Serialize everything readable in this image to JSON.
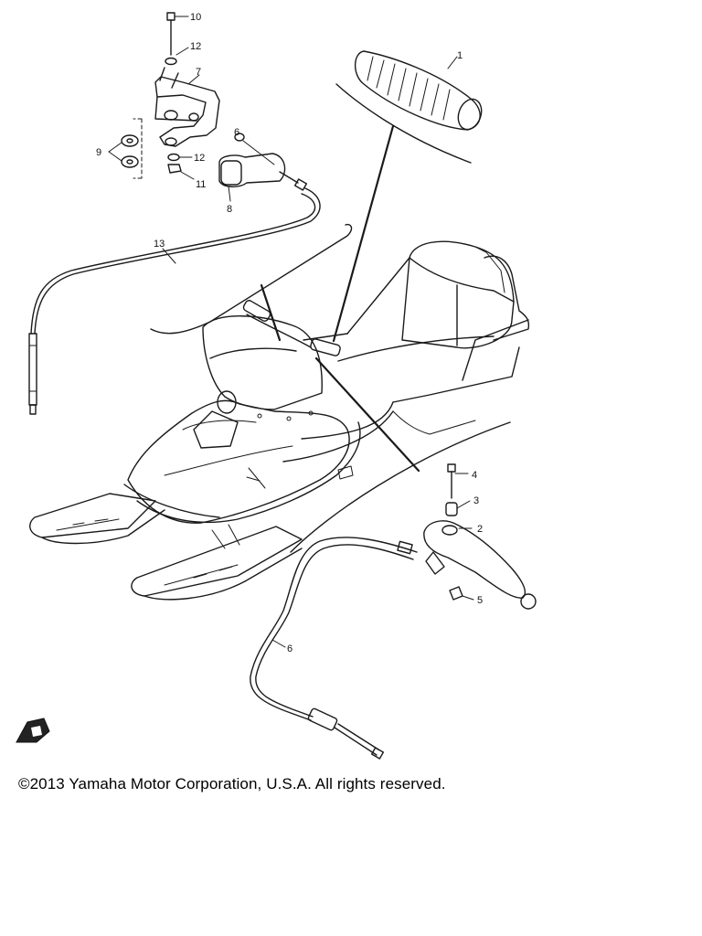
{
  "diagram": {
    "callouts": [
      {
        "id": "1",
        "label": "1"
      },
      {
        "id": "2",
        "label": "2"
      },
      {
        "id": "3",
        "label": "3"
      },
      {
        "id": "4",
        "label": "4"
      },
      {
        "id": "5",
        "label": "5"
      },
      {
        "id": "6a",
        "label": "6"
      },
      {
        "id": "6b",
        "label": "6"
      },
      {
        "id": "7",
        "label": "7"
      },
      {
        "id": "8",
        "label": "8"
      },
      {
        "id": "9",
        "label": "9"
      },
      {
        "id": "10",
        "label": "10"
      },
      {
        "id": "11",
        "label": "11"
      },
      {
        "id": "12a",
        "label": "12"
      },
      {
        "id": "12b",
        "label": "12"
      },
      {
        "id": "13",
        "label": "13"
      }
    ],
    "front_arrow_icon": "front-direction-arrow-icon"
  },
  "footer": {
    "copyright": "©2013 Yamaha Motor Corporation, U.S.A. All rights reserved."
  }
}
